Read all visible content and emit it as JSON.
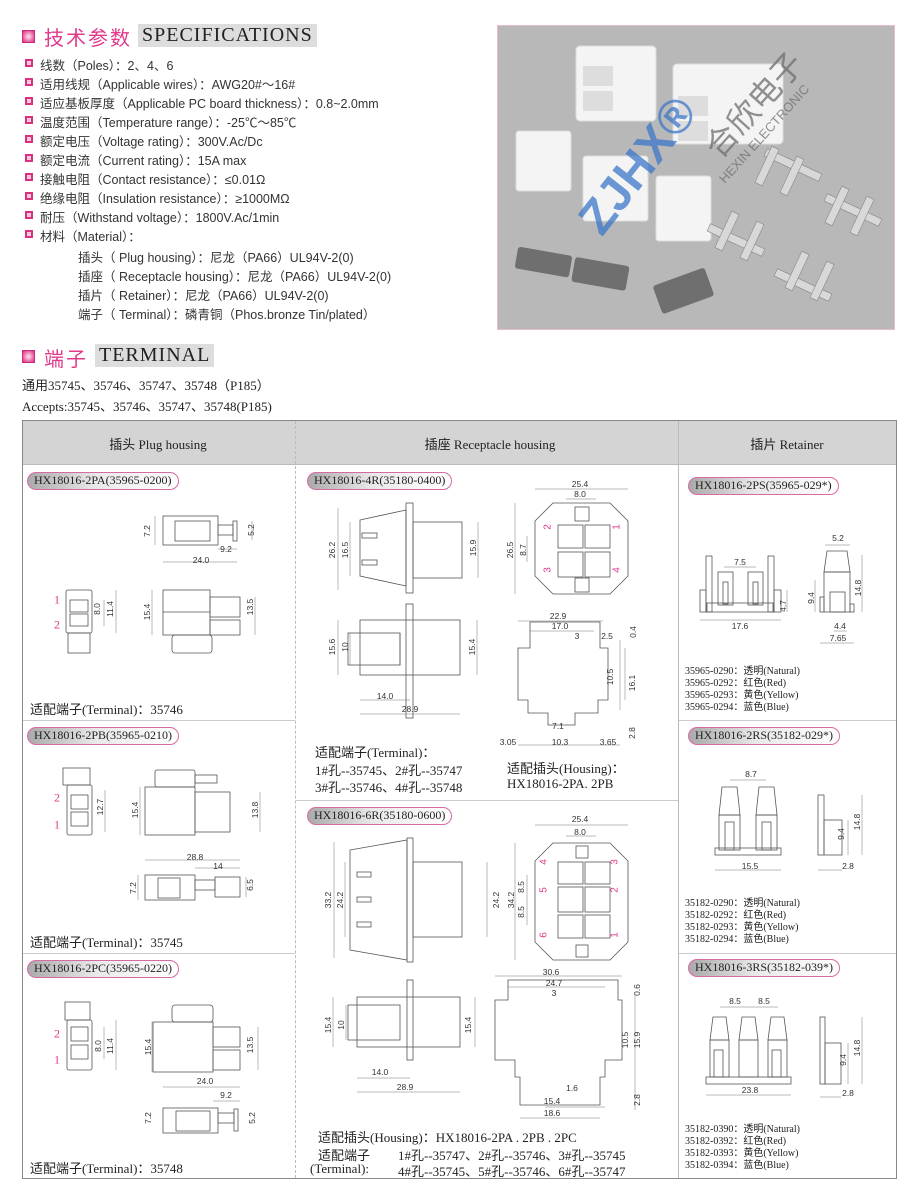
{
  "specs": {
    "title_zh": "技术参数",
    "title_en": "SPECIFICATIONS",
    "items": [
      {
        "zh": "线数",
        "en": "（Poles）",
        "value": "：2、4、6"
      },
      {
        "zh": "适用线规",
        "en": "（Applicable wires）",
        "value": "：AWG20#～16#"
      },
      {
        "zh": "适应基板厚度",
        "en": "（Applicable PC board thickness）",
        "value": "：0.8~2.0mm"
      },
      {
        "zh": "温度范围",
        "en": "（Temperature range）",
        "value": "：-25℃～85℃"
      },
      {
        "zh": "额定电压",
        "en": "（Voltage rating）",
        "value": "：300V.Ac/Dc"
      },
      {
        "zh": "额定电流",
        "en": "（Current rating）",
        "value": "：15A max"
      },
      {
        "zh": "接触电阻",
        "en": "（Contact resistance）",
        "value": "：≤0.01Ω"
      },
      {
        "zh": "绝缘电阻",
        "en": "（Insulation resistance）",
        "value": "：≥1000MΩ"
      },
      {
        "zh": "耐压",
        "en": "（Withstand voltage）",
        "value": "：1800V.Ac/1min"
      },
      {
        "zh": "材料",
        "en": "（Material）",
        "value": "："
      }
    ],
    "material": [
      {
        "zh": "插头",
        "en": "（ Plug housing）",
        "value": "：尼龙（PA66）UL94V-2(0)"
      },
      {
        "zh": "插座",
        "en": "（ Receptacle housing）",
        "value": "：尼龙（PA66）UL94V-2(0)"
      },
      {
        "zh": "插片",
        "en": "（ Retainer）",
        "value": "：尼龙（PA66）UL94V-2(0)"
      },
      {
        "zh": "端子",
        "en": "（ Terminal）",
        "value": "：磷青铜（Phos.bronze Tin/plated）"
      }
    ]
  },
  "photo": {
    "watermark_logo": "ZJHX®",
    "watermark_zh": "合欣电子",
    "watermark_en": "HEXIN ELECTRONIC"
  },
  "terminal": {
    "title_zh": "端子",
    "title_en": "TERMINAL",
    "line1": "通用35745、35746、35747、35748（P185）",
    "line2": "Accepts:35745、35746、35747、35748(P185)"
  },
  "table": {
    "headers": [
      "插头  Plug housing",
      "插座  Receptacle housing",
      "插片  Retainer"
    ]
  },
  "plug": [
    {
      "label": "HX18016-2PA(35965-0200)",
      "terminal": "适配端子(Terminal)：35746"
    },
    {
      "label": "HX18016-2PB(35965-0210)",
      "terminal": "适配端子(Terminal)：35745"
    },
    {
      "label": "HX18016-2PC(35965-0220)",
      "terminal": "适配端子(Terminal)：35748"
    }
  ],
  "receptacle": [
    {
      "label": "HX18016-4R(35180-0400)",
      "terminal_title": "适配端子(Terminal)：",
      "terminal_lines": [
        "1#孔--35745、2#孔--35747",
        "3#孔--35746、4#孔--35748"
      ],
      "housing_title": "适配插头(Housing)：",
      "housing_value": "HX18016-2PA. 2PB"
    },
    {
      "label": "HX18016-6R(35180-0600)",
      "housing": "适配插头(Housing)：HX18016-2PA . 2PB . 2PC",
      "terminal_title1": "适配端子",
      "terminal_title2": "(Terminal):",
      "terminal_lines": [
        "1#孔--35747、2#孔--35746、3#孔--35745",
        "4#孔--35745、5#孔--35746、6#孔--35747"
      ]
    }
  ],
  "retainer": [
    {
      "label": "HX18016-2PS(35965-029*)",
      "colors": [
        "35965-0290：透明(Natural)",
        "35965-0292：红色(Red)",
        "35965-0293：黄色(Yellow)",
        "35965-0294：蓝色(Blue)"
      ]
    },
    {
      "label": "HX18016-2RS(35182-029*)",
      "colors": [
        "35182-0290：透明(Natural)",
        "35182-0292：红色(Red)",
        "35182-0293：黄色(Yellow)",
        "35182-0294：蓝色(Blue)"
      ]
    },
    {
      "label": "HX18016-3RS(35182-039*)",
      "colors": [
        "35182-0390：透明(Natural)",
        "35182-0392：红色(Red)",
        "35182-0393：黄色(Yellow)",
        "35182-0394：蓝色(Blue)"
      ]
    }
  ],
  "dims": {
    "pa": [
      "7.2",
      "5.2",
      "9.2",
      "24.0",
      "15.4",
      "13.5",
      "8.0",
      "11.4",
      "1",
      "2"
    ],
    "pb": [
      "2",
      "1",
      "12.7",
      "15.4",
      "13.8",
      "28.8",
      "14",
      "7.2",
      "6.5"
    ],
    "pc": [
      "2",
      "1",
      "8.0",
      "11.4",
      "15.4",
      "13.5",
      "24.0",
      "9.2",
      "7.2",
      "5.2"
    ],
    "r4": [
      "26.2",
      "16.5",
      "15.9",
      "25.4",
      "8.0",
      "26.5",
      "8.7",
      "2",
      "1",
      "3",
      "4",
      "15.6",
      "10",
      "15.4",
      "14.0",
      "28.9",
      "22.9",
      "17.0",
      "3",
      "2.5",
      "0.4",
      "10.5",
      "16.1",
      "7.1",
      "3.05",
      "10.3",
      "3.65",
      "2.8"
    ],
    "r6": [
      "33.2",
      "24.2",
      "24.2",
      "25.4",
      "8.0",
      "34.2",
      "8.5",
      "8.5",
      "4",
      "3",
      "5",
      "2",
      "6",
      "1",
      "15.4",
      "10",
      "15.4",
      "14.0",
      "28.9",
      "30.6",
      "24.7",
      "3",
      "0.6",
      "10.5",
      "15.9",
      "1.6",
      "15.4",
      "18.6",
      "2.8"
    ],
    "ps": [
      "7.5",
      "17.6",
      "4.7",
      "5.2",
      "9.4",
      "14.8",
      "4.4",
      "7.65"
    ],
    "rs2": [
      "8.7",
      "15.5",
      "9.4",
      "14.8",
      "2.8"
    ],
    "rs3": [
      "8.5",
      "8.5",
      "23.8",
      "9.4",
      "14.8",
      "2.8"
    ]
  }
}
